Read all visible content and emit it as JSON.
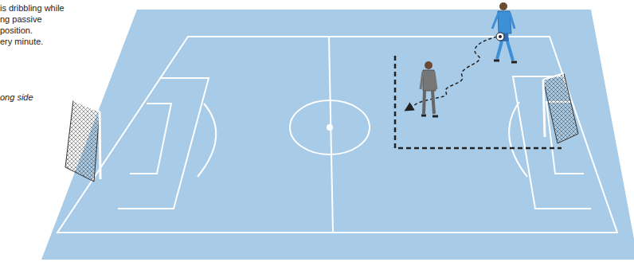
{
  "diagram": {
    "labels": [
      "is dribbling while",
      "ng passive",
      "position.",
      "ery minute.",
      "ong side"
    ]
  }
}
